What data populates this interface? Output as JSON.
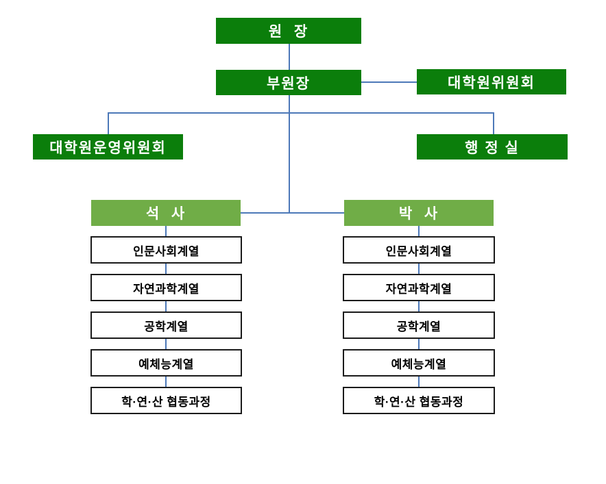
{
  "org": {
    "director": "원  장",
    "vice_director": "부원장",
    "grad_committee": "대학원위원회",
    "operations_committee": "대학원운영위원회",
    "admin_office": "행 정 실",
    "columns": [
      {
        "label": "석  사",
        "items": [
          "인문사회계열",
          "자연과학계열",
          "공학계열",
          "예체능계열",
          "학·연·산 협동과정"
        ]
      },
      {
        "label": "박  사",
        "items": [
          "인문사회계열",
          "자연과학계열",
          "공학계열",
          "예체능계열",
          "학·연·산 협동과정"
        ]
      }
    ]
  },
  "colors": {
    "dark_green": "#0B7E0B",
    "light_green": "#70AD47",
    "connector_blue": "#4C78B8",
    "box_border": "#1a1a1a"
  }
}
